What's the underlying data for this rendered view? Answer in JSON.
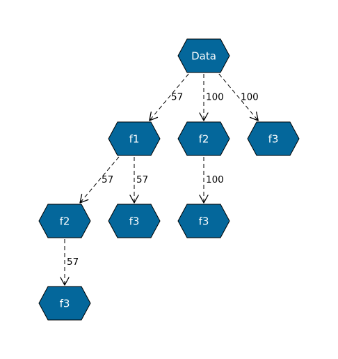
{
  "diagram": {
    "node_color": "#04679b",
    "node_text_color": "#ffffff",
    "edge_color": "#000000",
    "nodes": [
      {
        "id": "n_data",
        "label": "Data"
      },
      {
        "id": "n_f1",
        "label": "f1"
      },
      {
        "id": "n_f2a",
        "label": "f2"
      },
      {
        "id": "n_f3a",
        "label": "f3"
      },
      {
        "id": "n_f2b",
        "label": "f2"
      },
      {
        "id": "n_f3b",
        "label": "f3"
      },
      {
        "id": "n_f3c",
        "label": "f3"
      },
      {
        "id": "n_f3d",
        "label": "f3"
      }
    ],
    "edges": [
      {
        "from": "n_data",
        "to": "n_f1",
        "label": "57"
      },
      {
        "from": "n_data",
        "to": "n_f2a",
        "label": "100"
      },
      {
        "from": "n_data",
        "to": "n_f3a",
        "label": "100"
      },
      {
        "from": "n_f1",
        "to": "n_f2b",
        "label": "57"
      },
      {
        "from": "n_f1",
        "to": "n_f3b",
        "label": "57"
      },
      {
        "from": "n_f2a",
        "to": "n_f3c",
        "label": "100"
      },
      {
        "from": "n_f2b",
        "to": "n_f3d",
        "label": "57"
      }
    ]
  }
}
